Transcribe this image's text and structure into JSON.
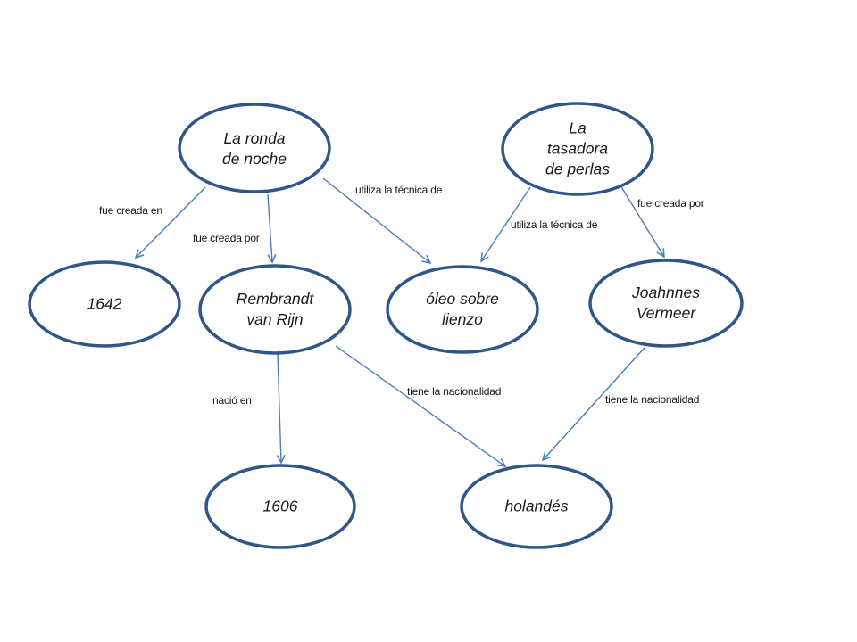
{
  "diagram": {
    "type": "concept-map",
    "colors": {
      "node_stroke": "#2e5689",
      "arrow": "#4a7ebb",
      "text": "#1a1a1a",
      "background": "#ffffff"
    },
    "nodes": [
      {
        "id": "la-ronda-de-noche",
        "label": "La ronda\nde noche"
      },
      {
        "id": "la-tasadora-de-perlas",
        "label": "La\ntasadora\nde perlas"
      },
      {
        "id": "1642",
        "label": "1642"
      },
      {
        "id": "rembrandt-van-rijn",
        "label": "Rembrandt\nvan Rijn"
      },
      {
        "id": "oleo-sobre-lienzo",
        "label": "óleo sobre\nlienzo"
      },
      {
        "id": "joahnnes-vermeer",
        "label": "Joahnnes\nVermeer"
      },
      {
        "id": "1606",
        "label": "1606"
      },
      {
        "id": "holandes",
        "label": "holandés"
      }
    ],
    "edges": [
      {
        "from": "la-ronda-de-noche",
        "to": "1642",
        "label": "fue creada en"
      },
      {
        "from": "la-ronda-de-noche",
        "to": "rembrandt-van-rijn",
        "label": "fue creada por"
      },
      {
        "from": "la-ronda-de-noche",
        "to": "oleo-sobre-lienzo",
        "label": "utiliza la técnica de"
      },
      {
        "from": "la-tasadora-de-perlas",
        "to": "oleo-sobre-lienzo",
        "label": "utiliza la técnica de"
      },
      {
        "from": "la-tasadora-de-perlas",
        "to": "joahnnes-vermeer",
        "label": "fue creada por"
      },
      {
        "from": "rembrandt-van-rijn",
        "to": "1606",
        "label": "nació en"
      },
      {
        "from": "rembrandt-van-rijn",
        "to": "holandes",
        "label": "tiene la nacionalidad"
      },
      {
        "from": "joahnnes-vermeer",
        "to": "holandes",
        "label": "tiene la nacionalidad"
      }
    ]
  }
}
